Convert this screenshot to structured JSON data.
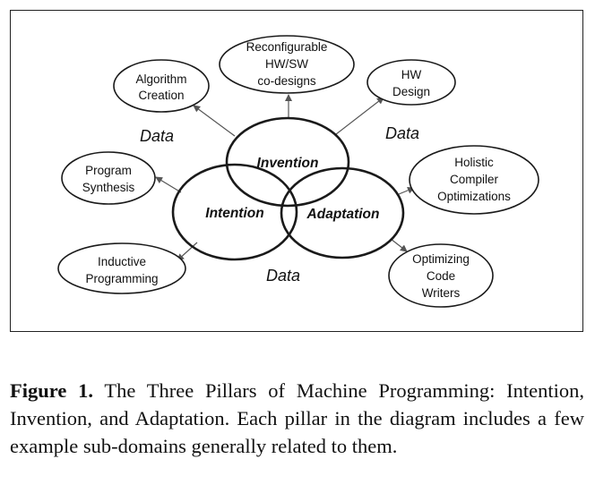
{
  "diagram": {
    "pillars": {
      "invention": "Invention",
      "intention": "Intention",
      "adaptation": "Adaptation"
    },
    "data_labels": [
      "Data",
      "Data",
      "Data"
    ],
    "nodes": {
      "algorithm_creation": [
        "Algorithm",
        "Creation"
      ],
      "reconfigurable": [
        "Reconfigurable",
        "HW/SW",
        "co-designs"
      ],
      "hw_design": [
        "HW",
        "Design"
      ],
      "program_synthesis": [
        "Program",
        "Synthesis"
      ],
      "holistic_compiler": [
        "Holistic",
        "Compiler",
        "Optimizations"
      ],
      "inductive_programming": [
        "Inductive",
        "Programming"
      ],
      "optimizing_code_writers": [
        "Optimizing",
        "Code",
        "Writers"
      ]
    }
  },
  "caption": {
    "label": "Figure 1.",
    "text": " The Three Pillars of Machine Programming: Intention, Invention, and Adaptation. Each pillar in the diagram includes a few example sub-domains generally related to them."
  }
}
